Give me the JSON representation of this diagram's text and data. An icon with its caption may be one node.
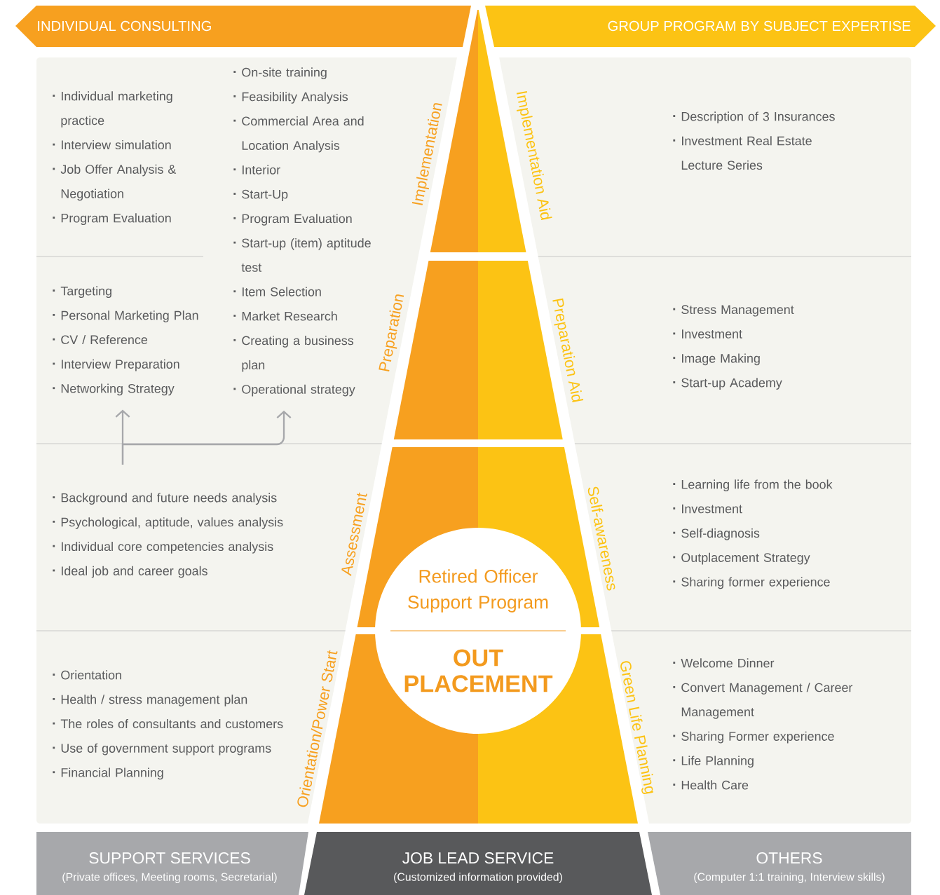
{
  "diagram": {
    "nodes": [
      {
        "text": [
          "INDIVIDUAL CONSULTING"
        ]
      },
      {
        "text": [
          "GROUP PROGRAM BY SUBJECT EXPERTISE"
        ]
      },
      {
        "text": [
          "Implementation",
          "Implementation Aid"
        ]
      },
      {
        "text": [
          "Preparation",
          "Preparation Aid"
        ]
      },
      {
        "text": [
          "Assessment",
          "Self-awareness"
        ]
      },
      {
        "text": [
          "Orientation/Power Start",
          "Green Life Planning"
        ]
      },
      {
        "text": [
          "Retired Officer Support Program",
          "OUT PLACEMENT"
        ]
      },
      {
        "text": [
          "Individual marketing practice",
          "Interview simulation",
          "Job Offer Analysis & Negotiation",
          "Program Evaluation"
        ]
      },
      {
        "text": [
          "On-site training",
          "Feasibility Analysis",
          "Commercial Area and Location Analysis",
          "Interior",
          "Start-Up",
          "Program Evaluation",
          "Start-up (item) aptitude test",
          "Item Selection",
          "Market Research",
          "Creating a business plan",
          "Operational strategy"
        ]
      },
      {
        "text": [
          "Targeting",
          "Personal Marketing Plan",
          "CV / Reference",
          "Interview Preparation",
          "Networking Strategy"
        ]
      },
      {
        "text": [
          "Background and future needs analysis",
          "Psychological, aptitude, values analysis",
          "Individual core competencies analysis",
          "Ideal job and career goals"
        ]
      },
      {
        "text": [
          "Orientation",
          "Health / stress management plan",
          "The roles of consultants and customers",
          "Use of government support programs",
          "Financial Planning"
        ]
      },
      {
        "text": [
          "Description of 3 Insurances",
          "Investment Real Estate Lecture Series"
        ]
      },
      {
        "text": [
          "Stress Management",
          "Investment",
          "Image Making",
          "Start-up Academy"
        ]
      },
      {
        "text": [
          "Learning life from the book",
          "Investment",
          "Self-diagnosis",
          "Outplacement Strategy",
          "Sharing former experience"
        ]
      },
      {
        "text": [
          "Welcome Dinner",
          "Convert Management / Career Management",
          "Sharing Former experience",
          "Life Planning",
          "Health Care"
        ]
      },
      {
        "text": [
          "SUPPORT SERVICES",
          "(Private offices, Meeting rooms, Secretarial)"
        ]
      },
      {
        "text": [
          "JOB LEAD SERVICE",
          "(Customized information provided)"
        ]
      },
      {
        "text": [
          "OTHERS",
          "(Computer 1:1 training, Interview skills)"
        ]
      }
    ],
    "edges": [
      {
        "from": 10,
        "to": 9,
        "arrow": "to"
      },
      {
        "from": 10,
        "to": 8,
        "arrow": "to"
      }
    ]
  }
}
